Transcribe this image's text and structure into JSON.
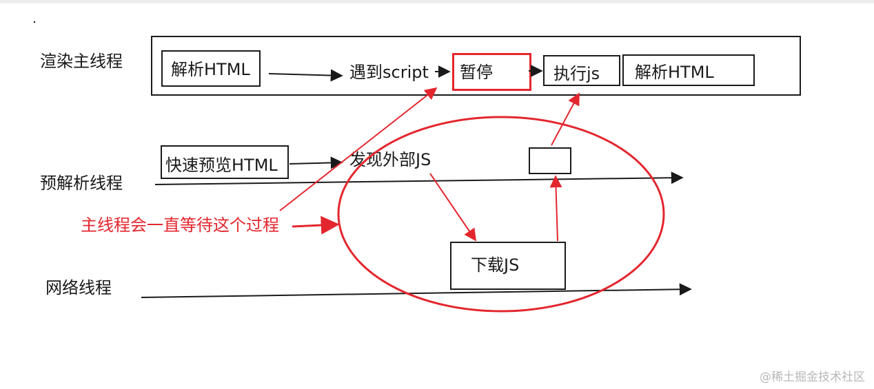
{
  "threads": {
    "render": "渲染主线程",
    "preparse": "预解析线程",
    "network": "网络线程"
  },
  "render_steps": {
    "parse1": "解析HTML",
    "meet_script": "遇到script",
    "pause": "暂停",
    "exec_js": "执行js",
    "parse2": "解析HTML"
  },
  "preparse_steps": {
    "quick_preview": "快速预览HTML",
    "find_js": "发现外部JS"
  },
  "network_steps": {
    "download_js": "下载JS"
  },
  "annotation": "主线程会一直等待这个过程",
  "watermark": "@稀土掘金技术社区",
  "colors": {
    "ink": "#1a1a1a",
    "highlight": "#e3262e",
    "watermark": "#b8b8b8"
  }
}
